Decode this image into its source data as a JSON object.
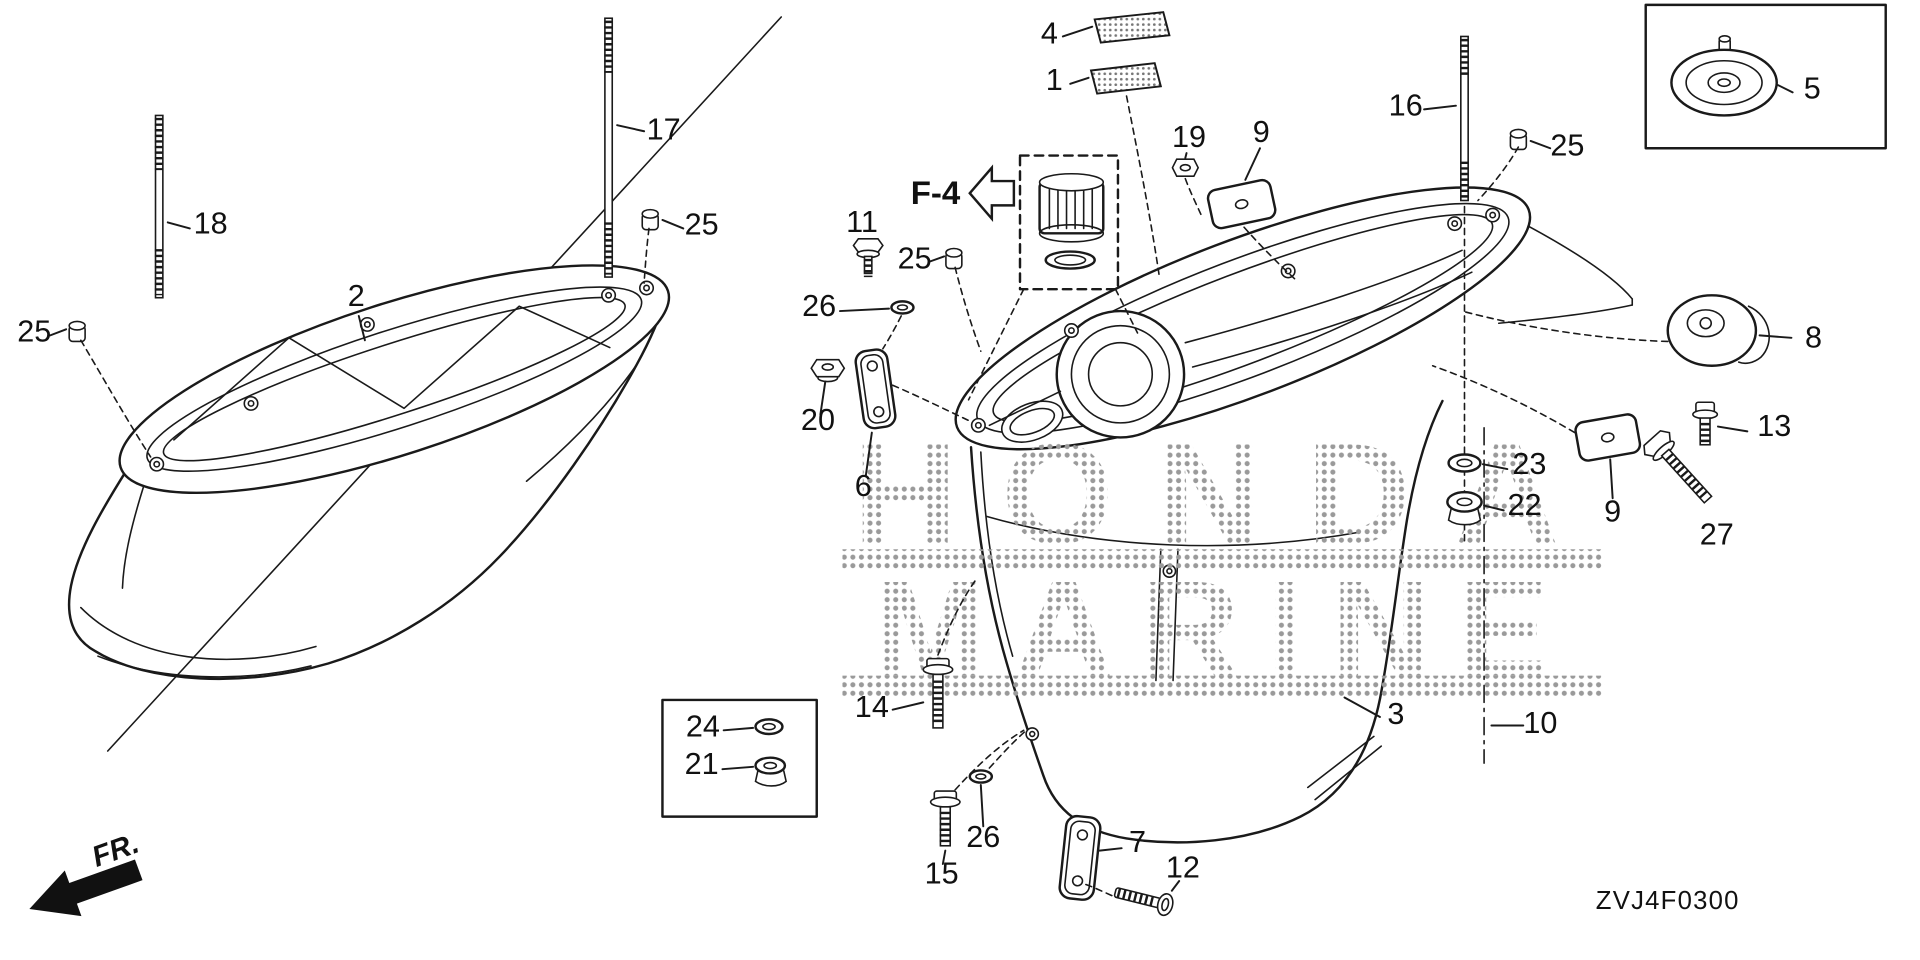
{
  "diagram": {
    "code": "ZVJ4F0300",
    "section_ref": "F-4",
    "direction_label": "FR.",
    "watermark": {
      "line1": "HONDA",
      "line2": "MARINE"
    }
  },
  "callouts": [
    "4",
    "1",
    "17",
    "16",
    "5",
    "19",
    "9",
    "25",
    "18",
    "25",
    "11",
    "25",
    "26",
    "2",
    "25",
    "8",
    "20",
    "13",
    "6",
    "23",
    "22",
    "9",
    "27",
    "14",
    "3",
    "10",
    "24",
    "21",
    "15",
    "26",
    "7",
    "12"
  ]
}
